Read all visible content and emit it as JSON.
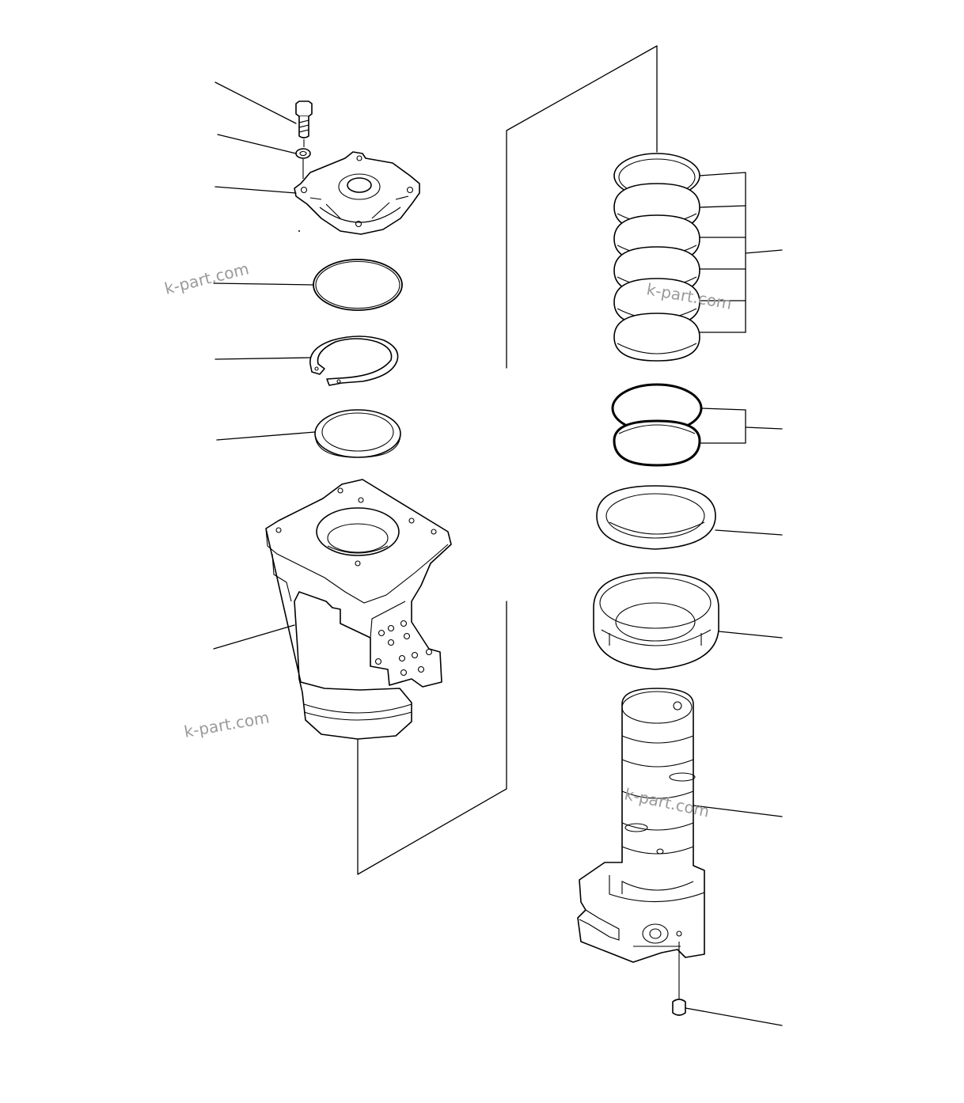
{
  "watermarks": [
    {
      "text": "k-part.com"
    },
    {
      "text": "k-part.com"
    },
    {
      "text": "k-part.com"
    },
    {
      "text": "k-part.com"
    }
  ],
  "colors": {
    "line": "#000000",
    "watermark": "#9a9a9a",
    "background": "#ffffff"
  }
}
